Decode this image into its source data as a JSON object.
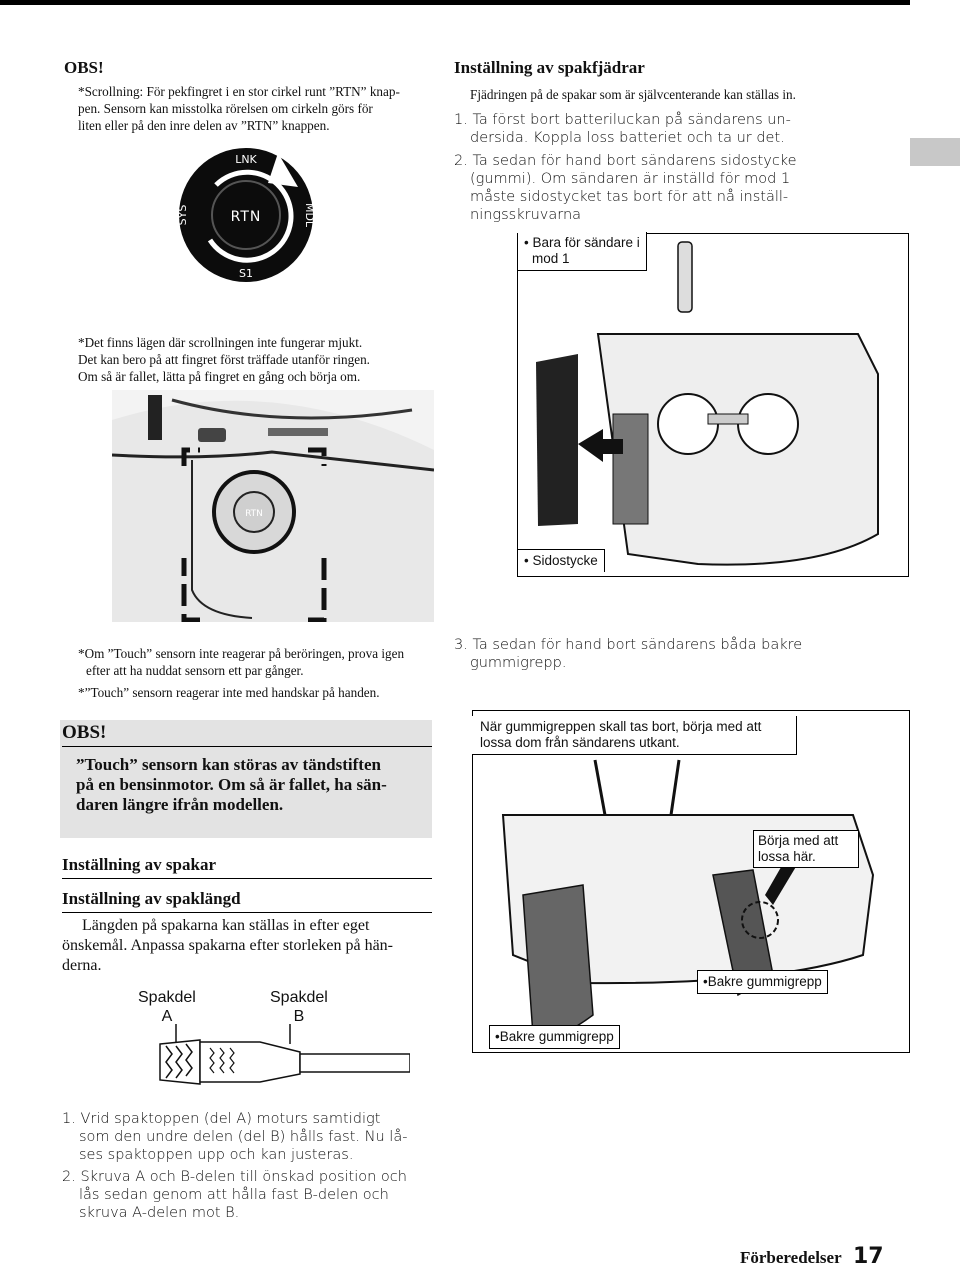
{
  "left": {
    "obs1_title": "OBS!",
    "obs1_lines": [
      "*Scrollning: För pekfingret i  en stor cirkel runt ”RTN” knap-",
      "pen. Sensorn kan misstolka rörelsen om cirkeln görs för",
      "liten eller på den inre delen av ”RTN” knappen."
    ],
    "dial": {
      "center": "RTN",
      "top": "LNK",
      "right": "MDL",
      "left": "SYS",
      "bottom": "S1"
    },
    "scroll_note_lines": [
      "*Det finns lägen där scrollningen inte fungerar mjukt.",
      "Det kan bero på att fingret först träffade utanför ringen.",
      "Om så är fallet, lätta på fingret en gång och börja om."
    ],
    "touch_note_lines": [
      "*Om ”Touch” sensorn inte reagerar på beröringen, prova igen",
      "efter att ha nuddat sensorn ett par gånger.",
      "*”Touch” sensorn reagerar inte med handskar på handen."
    ],
    "obs2_title": "OBS!",
    "obs2_lines": [
      "”Touch” sensorn kan störas av tändstiften",
      "på en bensinmotor. Om så är fallet, ha sän-",
      "daren längre ifrån modellen."
    ],
    "spakar_heading": "Inställning av spakar",
    "langd_heading": "Inställning av spaklängd",
    "langd_lines": [
      "Längden på spakarna kan ställas in efter eget",
      "önskemål. Anpassa spakarna efter storleken på hän-",
      "derna."
    ],
    "spakdel_a": [
      "Spakdel",
      "A"
    ],
    "spakdel_b": [
      "Spakdel",
      "B"
    ]
  },
  "right": {
    "heading": "Inställning av spakfjädrar",
    "intro": "Fjädringen på de spakar som är självcenterande kan ställas in.",
    "steps_1": [
      "1. Ta först bort batteriluckan på sändarens un-",
      "dersida. Koppla loss batteriet och ta ur det.",
      "2. Ta sedan för hand bort sändarens sidostycke",
      "(gummi). Om sändaren är inställd för mod 1",
      "måste sidostycket tas bort för att nå inställ-",
      "ningsskruvarna"
    ],
    "mode_callout": [
      "• Bara för sändare i",
      "mod 1"
    ],
    "sidostycke_callout": "• Sidostycke",
    "step3": [
      "3. Ta sedan för hand bort sändarens båda bakre",
      "gummigrepp."
    ],
    "grip_callout": [
      "När gummigreppen skall tas bort, börja med att",
      "lossa dom från sändarens utkant."
    ],
    "start_callout": [
      "Börja med att",
      "lossa här."
    ],
    "rear_grip_right": "•Bakre gummigrepp",
    "rear_grip_left": "•Bakre gummigrepp"
  },
  "bottom_steps": [
    "1. Vrid spaktoppen (del A) moturs samtidigt",
    "som den undre delen (del B) hålls fast. Nu lå-",
    "ses spaktoppen upp och kan justeras.",
    "2. Skruva A och B-delen till önskad position och",
    "lås sedan genom att hålla fast B-delen och",
    "skruva A-delen mot B."
  ],
  "footer": {
    "section": "Förberedelser",
    "page": "17"
  }
}
